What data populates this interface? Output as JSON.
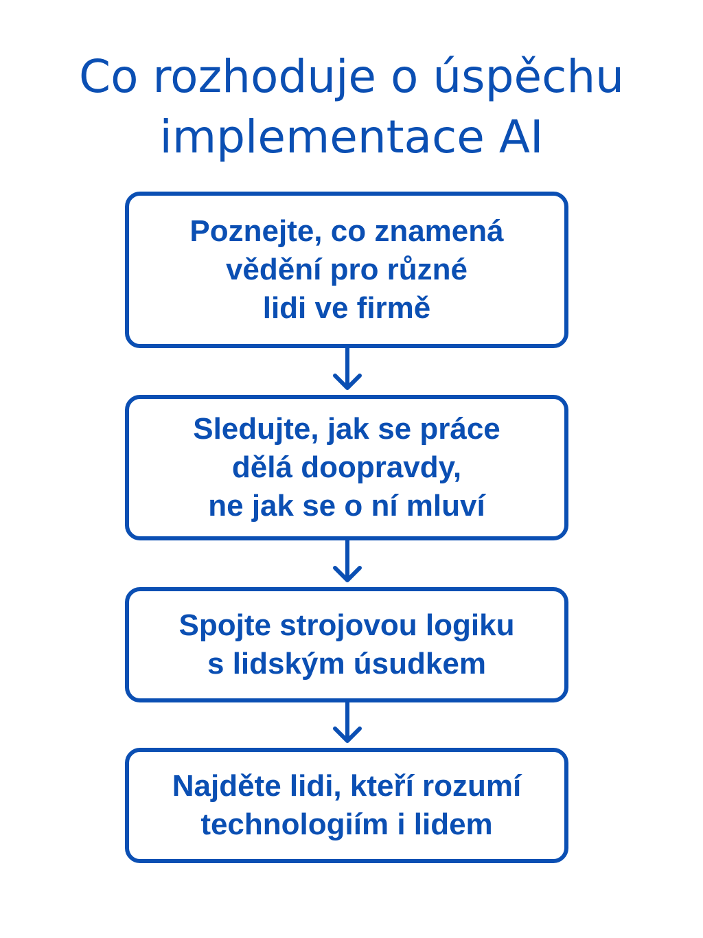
{
  "title": {
    "line1": "Co rozhoduje o úspěchu",
    "line2": "implementace AI"
  },
  "steps": [
    {
      "lines": [
        "Poznejte, co znamená",
        "vědění pro různé",
        "lidi ve firmě"
      ]
    },
    {
      "lines": [
        "Sledujte, jak se práce",
        "dělá doopravdy,",
        "ne jak se o ní mluví"
      ]
    },
    {
      "lines": [
        "Spojte strojovou logiku",
        "s lidským úsudkem"
      ]
    },
    {
      "lines": [
        "Najděte lidi, kteří rozumí",
        "technologiím i lidem"
      ]
    }
  ],
  "colors": {
    "accent": "#0b4fb3",
    "background": "#ffffff"
  },
  "icons": {
    "connector": "arrow-down-icon"
  }
}
